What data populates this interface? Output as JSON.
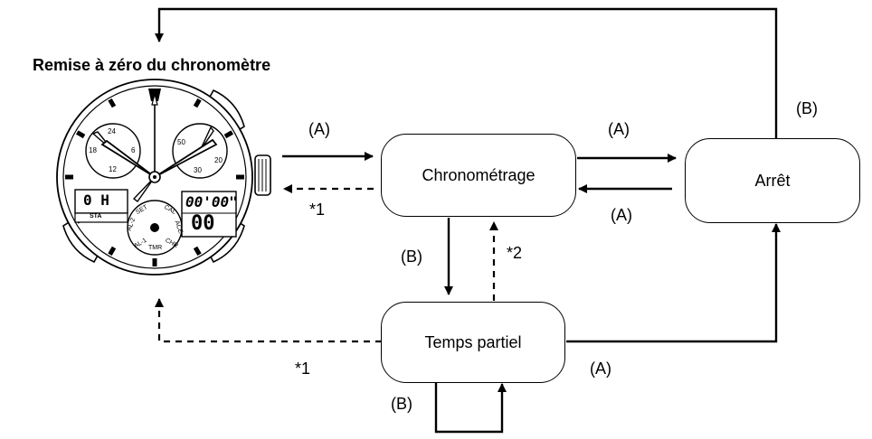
{
  "title": "Remise à zéro du chronomètre",
  "states": {
    "chrono": "Chronométrage",
    "stop": "Arrêt",
    "split": "Temps partiel"
  },
  "labels": {
    "a1": "(A)",
    "a2": "(A)",
    "a3": "(A)",
    "a4": "(A)",
    "b_top": "(B)",
    "b_mid": "(B)",
    "b_bot": "(B)",
    "note1_upper": "*1",
    "note1_lower": "*1",
    "note2": "*2"
  },
  "watch": {
    "digital_left": "0 H",
    "digital_right_top": "00'00\"",
    "digital_right_big": "00",
    "mode_tag": "STA",
    "sub_left": [
      "24",
      "18",
      "12",
      "6"
    ],
    "sub_right": [
      "50",
      "20",
      "30"
    ],
    "mode_ring": [
      "SET",
      "CAL",
      "AL-2",
      "AL-1",
      "TMR",
      "CHR",
      "ACE"
    ]
  }
}
